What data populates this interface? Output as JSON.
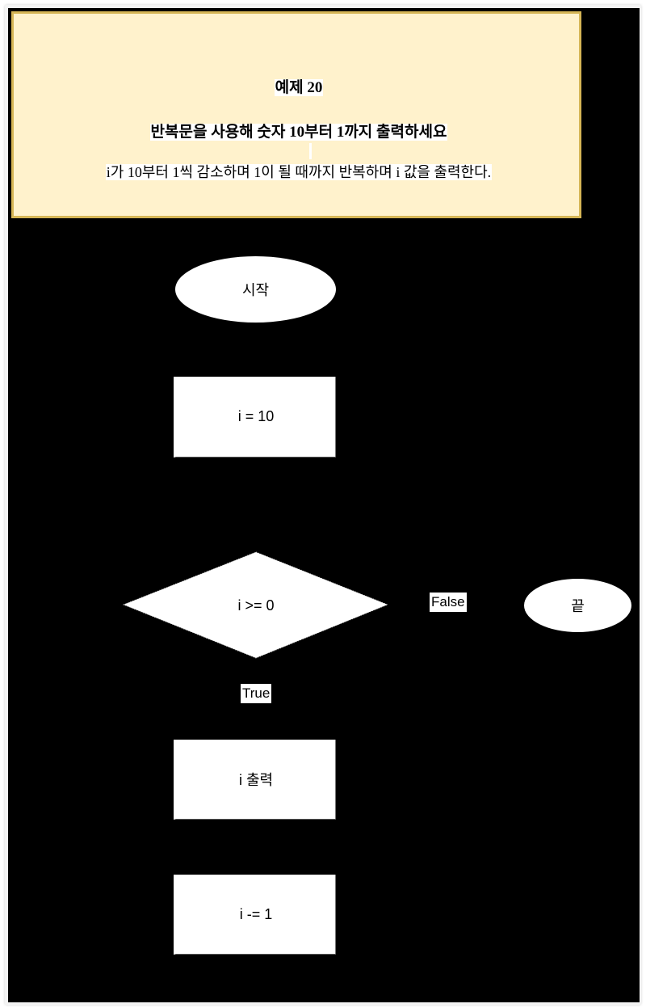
{
  "note": {
    "title": "예제 20",
    "subtitle": "반복문을 사용해 숫자 10부터 1까지 출력하세요",
    "description": "i가 10부터 1씩 감소하며 1이 될 때까지 반복하며 i 값을 출력한다."
  },
  "flowchart": {
    "start": "시작",
    "init": "i = 10",
    "condition": "i >= 0",
    "false_label": "False",
    "end": "끝",
    "true_label": "True",
    "output": "i 출력",
    "decrement": "i -= 1"
  },
  "colors": {
    "canvas": "#000000",
    "note_fill": "#fff2cc",
    "note_border": "#d6b656",
    "shape_fill": "#ffffff"
  }
}
